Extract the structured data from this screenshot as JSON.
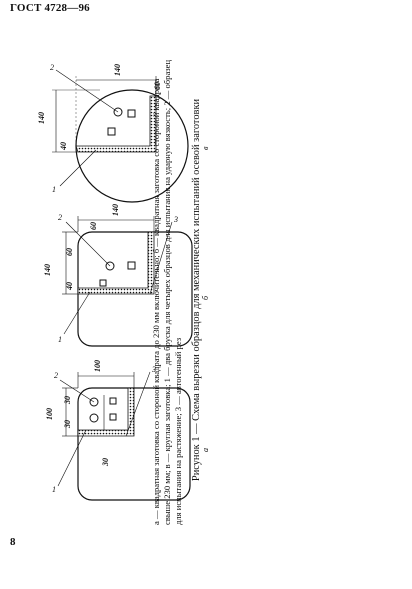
{
  "page": {
    "header": "ГОСТ 4728—96",
    "page_number": "8"
  },
  "figure": {
    "blank_a": {
      "letter": "а",
      "dims": {
        "top": "100",
        "side_total": "100",
        "side_30a": "30",
        "side_30b": "30",
        "inner_30": "30"
      },
      "callouts": [
        "1",
        "2",
        "3"
      ]
    },
    "blank_b": {
      "letter": "б",
      "dims": {
        "top": "140",
        "top_inner": "60",
        "side_total": "140",
        "side_60": "60",
        "side_40": "40"
      },
      "callouts": [
        "1",
        "2",
        "3"
      ]
    },
    "blank_c": {
      "letter": "в",
      "dims": {
        "top": "140",
        "top_inner": "60",
        "side_total": "140",
        "side_40": "40"
      },
      "callouts": [
        "1",
        "2"
      ]
    }
  },
  "legend": {
    "text": "а — квадратная заготовка со стороной квадрата до 230 мм включительно; б — квадратная заготовка со стороной квадрата свыше 230 мм; в — круглая заготовка; 1 — два бруска для четырех образцов для испытания на ударную вязкость; 2 — образец для испытания на растяжение; 3 — автогенный рез"
  },
  "caption": {
    "text": "Рисунок 1 — Схема вырезки образцов для механических испытаний осевой заготовки"
  }
}
